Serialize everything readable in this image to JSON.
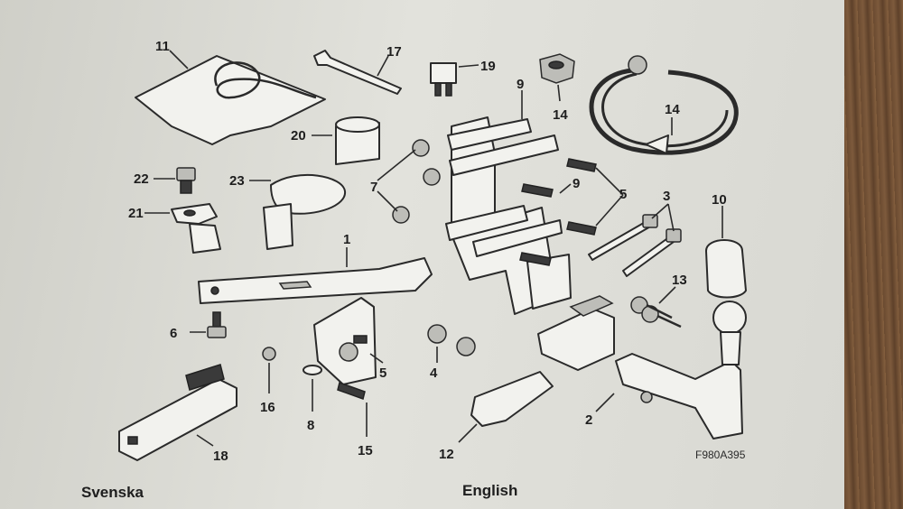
{
  "figure_code": "F980A395",
  "languages": {
    "left": "Svenska",
    "right": "English"
  },
  "callouts": [
    {
      "id": "c11",
      "text": "11"
    },
    {
      "id": "c17",
      "text": "17"
    },
    {
      "id": "c19",
      "text": "19"
    },
    {
      "id": "c9a",
      "text": "9"
    },
    {
      "id": "c14a",
      "text": "14"
    },
    {
      "id": "c14b",
      "text": "14"
    },
    {
      "id": "c20",
      "text": "20"
    },
    {
      "id": "c7",
      "text": "7"
    },
    {
      "id": "c22",
      "text": "22"
    },
    {
      "id": "c23",
      "text": "23"
    },
    {
      "id": "c21",
      "text": "21"
    },
    {
      "id": "c9b",
      "text": "9"
    },
    {
      "id": "c5a",
      "text": "5"
    },
    {
      "id": "c3",
      "text": "3"
    },
    {
      "id": "c10",
      "text": "10"
    },
    {
      "id": "c1",
      "text": "1"
    },
    {
      "id": "c13",
      "text": "13"
    },
    {
      "id": "c6",
      "text": "6"
    },
    {
      "id": "c5b",
      "text": "5"
    },
    {
      "id": "c4",
      "text": "4"
    },
    {
      "id": "c16",
      "text": "16"
    },
    {
      "id": "c8",
      "text": "8"
    },
    {
      "id": "c15",
      "text": "15"
    },
    {
      "id": "c2",
      "text": "2"
    },
    {
      "id": "c18",
      "text": "18"
    },
    {
      "id": "c12",
      "text": "12"
    }
  ]
}
